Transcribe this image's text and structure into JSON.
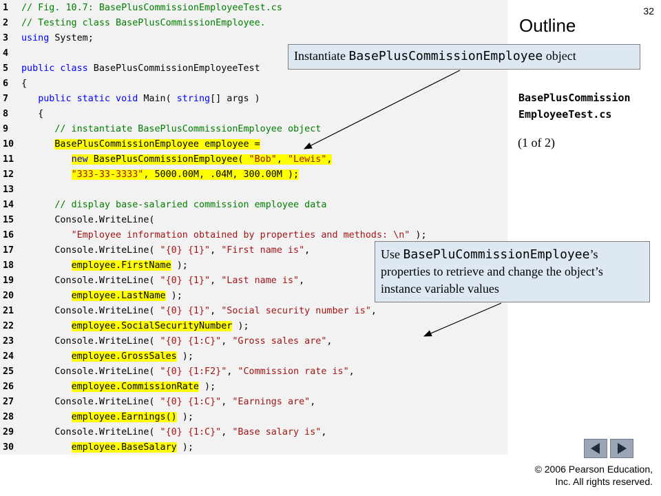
{
  "slide_number": "32",
  "outline": {
    "title": "Outline",
    "file_name_line1": "BasePlusCommission",
    "file_name_line2": "EmployeeTest.cs",
    "page_indicator": "(1 of 2)"
  },
  "callouts": {
    "instantiate": {
      "prefix": "Instantiate ",
      "code": "BasePlusCommissionEmployee",
      "suffix": " object"
    },
    "properties": {
      "prefix": "Use ",
      "code": "BasePluCommissionEmployee",
      "suffix": "’s properties to retrieve and change the object’s instance variable values"
    }
  },
  "code_lines": [
    {
      "n": "1",
      "segs": [
        {
          "t": "// Fig. 10.7: BasePlusCommissionEmployeeTest.cs",
          "c": "cm"
        }
      ]
    },
    {
      "n": "2",
      "segs": [
        {
          "t": "// Testing class BasePlusCommissionEmployee.",
          "c": "cm"
        }
      ]
    },
    {
      "n": "3",
      "segs": [
        {
          "t": "using",
          "c": "kw"
        },
        {
          "t": " System;",
          "c": ""
        }
      ]
    },
    {
      "n": "4",
      "segs": []
    },
    {
      "n": "5",
      "segs": [
        {
          "t": "public class",
          "c": "kw"
        },
        {
          "t": " BasePlusCommissionEmployeeTest",
          "c": ""
        }
      ]
    },
    {
      "n": "6",
      "segs": [
        {
          "t": "{",
          "c": ""
        }
      ]
    },
    {
      "n": "7",
      "segs": [
        {
          "t": "   ",
          "c": ""
        },
        {
          "t": "public static void",
          "c": "kw"
        },
        {
          "t": " Main( ",
          "c": ""
        },
        {
          "t": "string",
          "c": "kw"
        },
        {
          "t": "[] args )",
          "c": ""
        }
      ]
    },
    {
      "n": "8",
      "segs": [
        {
          "t": "   {",
          "c": ""
        }
      ]
    },
    {
      "n": "9",
      "segs": [
        {
          "t": "      ",
          "c": ""
        },
        {
          "t": "// instantiate BasePlusCommissionEmployee object",
          "c": "cm"
        }
      ]
    },
    {
      "n": "10",
      "segs": [
        {
          "t": "      ",
          "c": ""
        },
        {
          "t": "BasePlusCommissionEmployee employee =",
          "c": "",
          "h": true
        }
      ]
    },
    {
      "n": "11",
      "segs": [
        {
          "t": "         ",
          "c": ""
        },
        {
          "t": "new",
          "c": "kw",
          "h": true
        },
        {
          "t": " BasePlusCommissionEmployee( ",
          "c": "",
          "h": true
        },
        {
          "t": "\"Bob\"",
          "c": "st",
          "h": true
        },
        {
          "t": ", ",
          "c": "",
          "h": true
        },
        {
          "t": "\"Lewis\"",
          "c": "st",
          "h": true
        },
        {
          "t": ",",
          "c": "",
          "h": true
        }
      ]
    },
    {
      "n": "12",
      "segs": [
        {
          "t": "         ",
          "c": ""
        },
        {
          "t": "\"333-33-3333\"",
          "c": "st",
          "h": true
        },
        {
          "t": ", 5000.00M, .04M, 300.00M );",
          "c": "",
          "h": true
        }
      ]
    },
    {
      "n": "13",
      "segs": []
    },
    {
      "n": "14",
      "segs": [
        {
          "t": "      ",
          "c": ""
        },
        {
          "t": "// display base-salaried commission employee data",
          "c": "cm"
        }
      ]
    },
    {
      "n": "15",
      "segs": [
        {
          "t": "      Console.WriteLine(",
          "c": ""
        }
      ]
    },
    {
      "n": "16",
      "segs": [
        {
          "t": "         ",
          "c": ""
        },
        {
          "t": "\"Employee information obtained by properties and methods: \\n\"",
          "c": "st"
        },
        {
          "t": " );",
          "c": ""
        }
      ]
    },
    {
      "n": "17",
      "segs": [
        {
          "t": "      Console.WriteLine( ",
          "c": ""
        },
        {
          "t": "\"{0} {1}\"",
          "c": "st"
        },
        {
          "t": ", ",
          "c": ""
        },
        {
          "t": "\"First name is\"",
          "c": "st"
        },
        {
          "t": ",",
          "c": ""
        }
      ]
    },
    {
      "n": "18",
      "segs": [
        {
          "t": "         ",
          "c": ""
        },
        {
          "t": "employee.FirstName",
          "c": "",
          "h": true
        },
        {
          "t": " );",
          "c": ""
        }
      ]
    },
    {
      "n": "19",
      "segs": [
        {
          "t": "      Console.WriteLine( ",
          "c": ""
        },
        {
          "t": "\"{0} {1}\"",
          "c": "st"
        },
        {
          "t": ", ",
          "c": ""
        },
        {
          "t": "\"Last name is\"",
          "c": "st"
        },
        {
          "t": ",",
          "c": ""
        }
      ]
    },
    {
      "n": "20",
      "segs": [
        {
          "t": "         ",
          "c": ""
        },
        {
          "t": "employee.LastName",
          "c": "",
          "h": true
        },
        {
          "t": " );",
          "c": ""
        }
      ]
    },
    {
      "n": "21",
      "segs": [
        {
          "t": "      Console.WriteLine( ",
          "c": ""
        },
        {
          "t": "\"{0} {1}\"",
          "c": "st"
        },
        {
          "t": ", ",
          "c": ""
        },
        {
          "t": "\"Social security number is\"",
          "c": "st"
        },
        {
          "t": ",",
          "c": ""
        }
      ]
    },
    {
      "n": "22",
      "segs": [
        {
          "t": "         ",
          "c": ""
        },
        {
          "t": "employee.SocialSecurityNumber",
          "c": "",
          "h": true
        },
        {
          "t": " );",
          "c": ""
        }
      ]
    },
    {
      "n": "23",
      "segs": [
        {
          "t": "      Console.WriteLine( ",
          "c": ""
        },
        {
          "t": "\"{0} {1:C}\"",
          "c": "st"
        },
        {
          "t": ", ",
          "c": ""
        },
        {
          "t": "\"Gross sales are\"",
          "c": "st"
        },
        {
          "t": ",",
          "c": ""
        }
      ]
    },
    {
      "n": "24",
      "segs": [
        {
          "t": "         ",
          "c": ""
        },
        {
          "t": "employee.GrossSales",
          "c": "",
          "h": true
        },
        {
          "t": " );",
          "c": ""
        }
      ]
    },
    {
      "n": "25",
      "segs": [
        {
          "t": "      Console.WriteLine( ",
          "c": ""
        },
        {
          "t": "\"{0} {1:F2}\"",
          "c": "st"
        },
        {
          "t": ", ",
          "c": ""
        },
        {
          "t": "\"Commission rate is\"",
          "c": "st"
        },
        {
          "t": ",",
          "c": ""
        }
      ]
    },
    {
      "n": "26",
      "segs": [
        {
          "t": "         ",
          "c": ""
        },
        {
          "t": "employee.CommissionRate",
          "c": "",
          "h": true
        },
        {
          "t": " );",
          "c": ""
        }
      ]
    },
    {
      "n": "27",
      "segs": [
        {
          "t": "      Console.WriteLine( ",
          "c": ""
        },
        {
          "t": "\"{0} {1:C}\"",
          "c": "st"
        },
        {
          "t": ", ",
          "c": ""
        },
        {
          "t": "\"Earnings are\"",
          "c": "st"
        },
        {
          "t": ",",
          "c": ""
        }
      ]
    },
    {
      "n": "28",
      "segs": [
        {
          "t": "         ",
          "c": ""
        },
        {
          "t": "employee.Earnings()",
          "c": "",
          "h": true
        },
        {
          "t": " );",
          "c": ""
        }
      ]
    },
    {
      "n": "29",
      "segs": [
        {
          "t": "      Console.WriteLine( ",
          "c": ""
        },
        {
          "t": "\"{0} {1:C}\"",
          "c": "st"
        },
        {
          "t": ", ",
          "c": ""
        },
        {
          "t": "\"Base salary is\"",
          "c": "st"
        },
        {
          "t": ",",
          "c": ""
        }
      ]
    },
    {
      "n": "30",
      "segs": [
        {
          "t": "         ",
          "c": ""
        },
        {
          "t": "employee.BaseSalary",
          "c": "",
          "h": true
        },
        {
          "t": " );",
          "c": ""
        }
      ]
    }
  ],
  "nav": {
    "prev_icon": "triangle-left-icon",
    "next_icon": "triangle-right-icon"
  },
  "copyright": {
    "line1": "© 2006 Pearson Education,",
    "line2": "Inc.  All rights reserved."
  },
  "colors": {
    "code_bg": "#f2f2f2",
    "highlight": "#ffff00",
    "keyword": "#0000ff",
    "comment": "#008000",
    "string": "#a31515",
    "callout_bg": "#dde8f3"
  }
}
